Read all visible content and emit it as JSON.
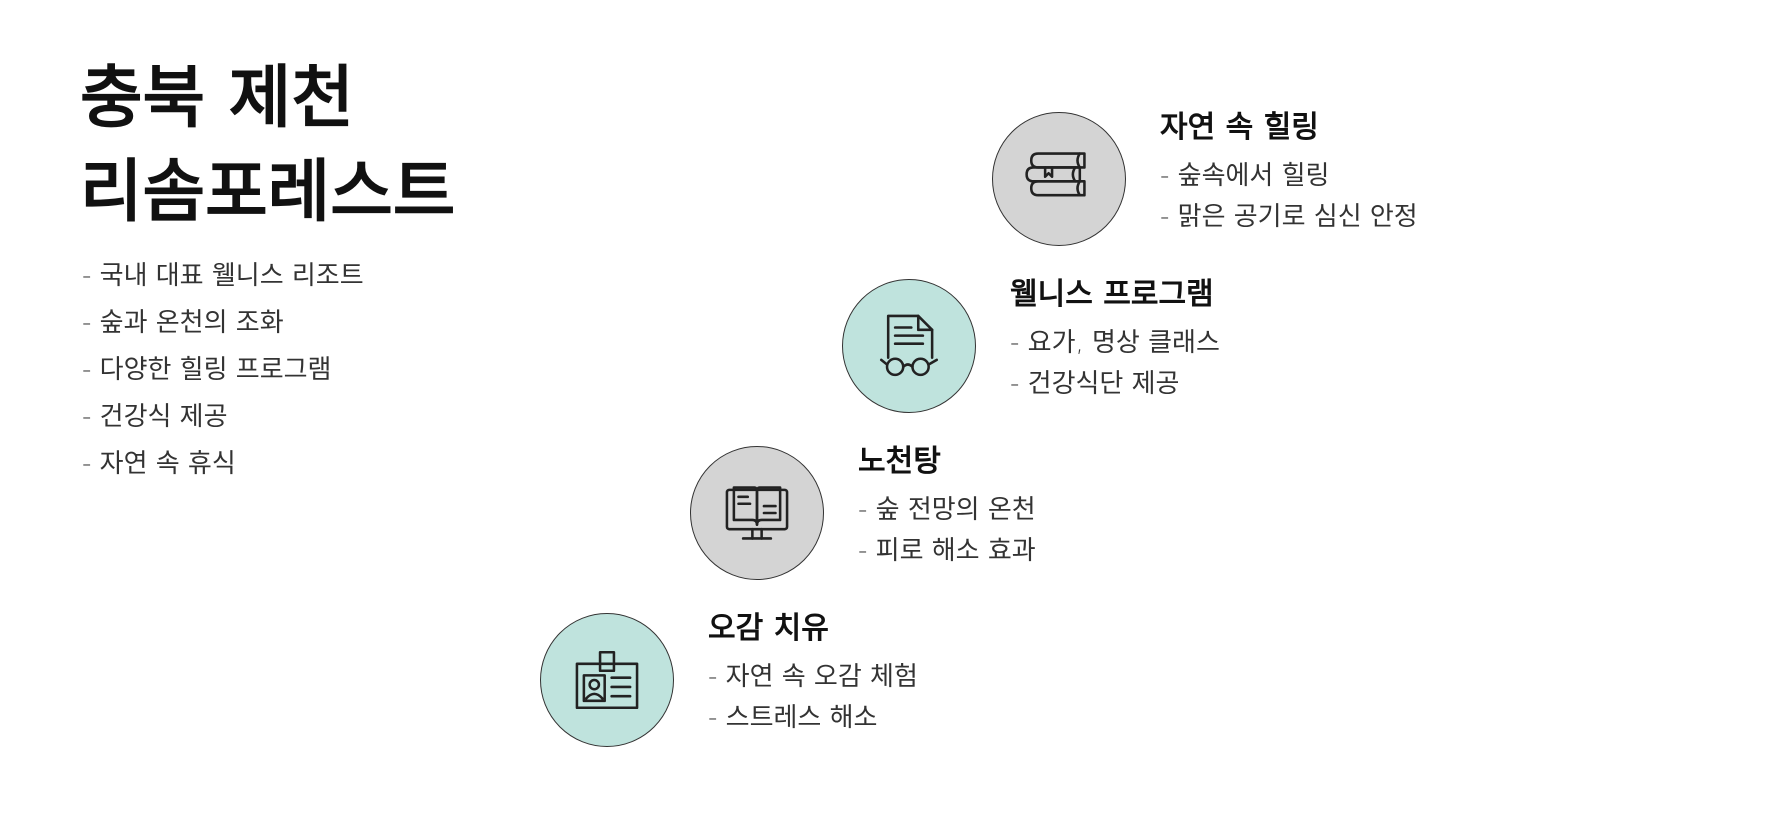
{
  "title": {
    "line1": "충북 제천",
    "line2": "리솜포레스트"
  },
  "intro": {
    "items": [
      "- 국내 대표 웰니스 리조트",
      "- 숲과 온천의 조화",
      "- 다양한 힐링 프로그램",
      "- 건강식 제공",
      "- 자연 속 휴식"
    ]
  },
  "colors": {
    "mint": "#bfe3dd",
    "gray": "#d4d4d4",
    "text": "#222222"
  },
  "features": [
    {
      "title": "자연 속 힐링",
      "items": [
        "- 숲속에서 힐링",
        "- 맑은 공기로 심신 안정"
      ],
      "icon": "books-icon",
      "color": "#d4d4d4"
    },
    {
      "title": "웰니스 프로그램",
      "items": [
        "- 요가, 명상 클래스",
        "- 건강식단 제공"
      ],
      "icon": "document-glasses-icon",
      "color": "#bfe3dd"
    },
    {
      "title": "노천탕",
      "items": [
        "- 숲 전망의 온천",
        "- 피로 해소 효과"
      ],
      "icon": "monitor-book-icon",
      "color": "#d4d4d4"
    },
    {
      "title": "오감 치유",
      "items": [
        "- 자연 속 오감 체험",
        "- 스트레스 해소"
      ],
      "icon": "id-badge-icon",
      "color": "#bfe3dd"
    }
  ]
}
